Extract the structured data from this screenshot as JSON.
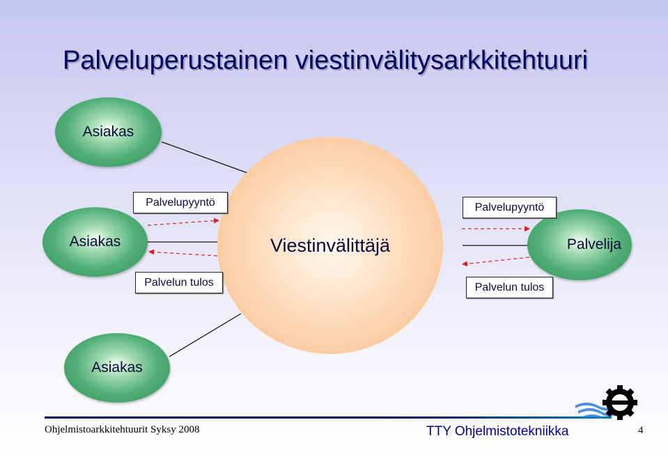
{
  "title": "Palveluperustainen viestinvälitysarkkitehtuuri",
  "broker": {
    "label": "Viestinvälittäjä"
  },
  "clients": [
    {
      "label": "Asiakas"
    },
    {
      "label": "Asiakas"
    },
    {
      "label": "Asiakas"
    }
  ],
  "provider": {
    "label": "Palvelija"
  },
  "messages": {
    "left_request": "Palvelupyyntö",
    "left_result": "Palvelun tulos",
    "right_request": "Palvelupyyntö",
    "right_result": "Palvelun tulos"
  },
  "footer": {
    "course": "Ohjelmistoarkkitehtuurit Syksy 2008",
    "department": "TTY Ohjelmistotekniikka",
    "page": "4"
  },
  "colors": {
    "title": "#000060",
    "arrow": "#e02020",
    "node_green": "#3aa060",
    "broker_peach": "#fcc99c"
  }
}
